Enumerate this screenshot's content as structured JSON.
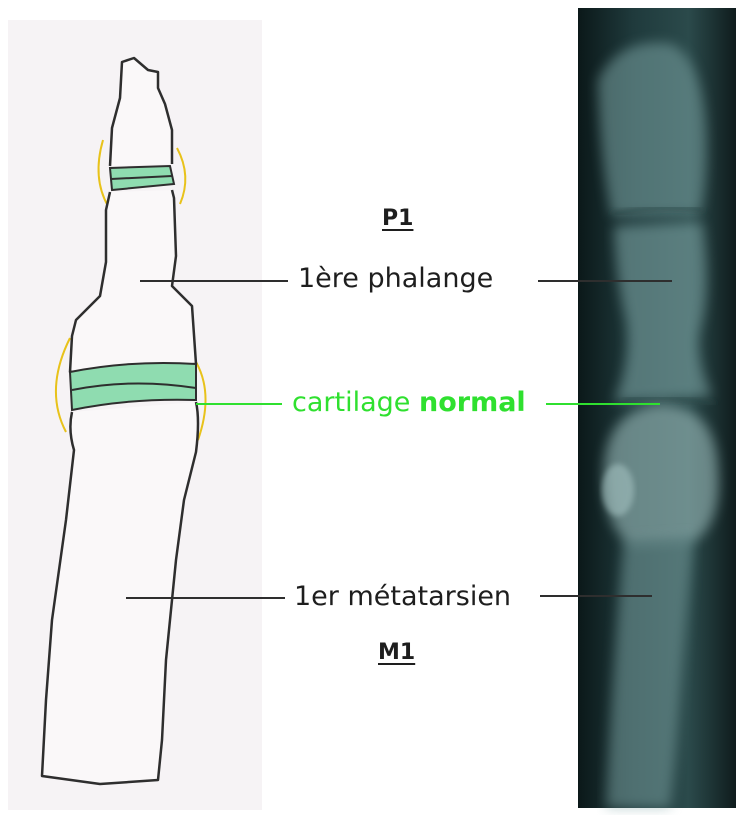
{
  "labels": {
    "p1_abbr": "P1",
    "phalanx": "1ère phalange",
    "cartilage_prefix": "cartilage",
    "cartilage_bold": "normal",
    "metatarsal": "1er métatarsien",
    "m1_abbr": "M1"
  },
  "colors": {
    "cartilage": "#2fe02f",
    "cartilage_fill": "#8fdcb0",
    "joint_outline": "#e8c21a",
    "bone_outline": "#2e2e2e",
    "text": "#1e1e1e",
    "leader_line": "#2e2e2e"
  }
}
